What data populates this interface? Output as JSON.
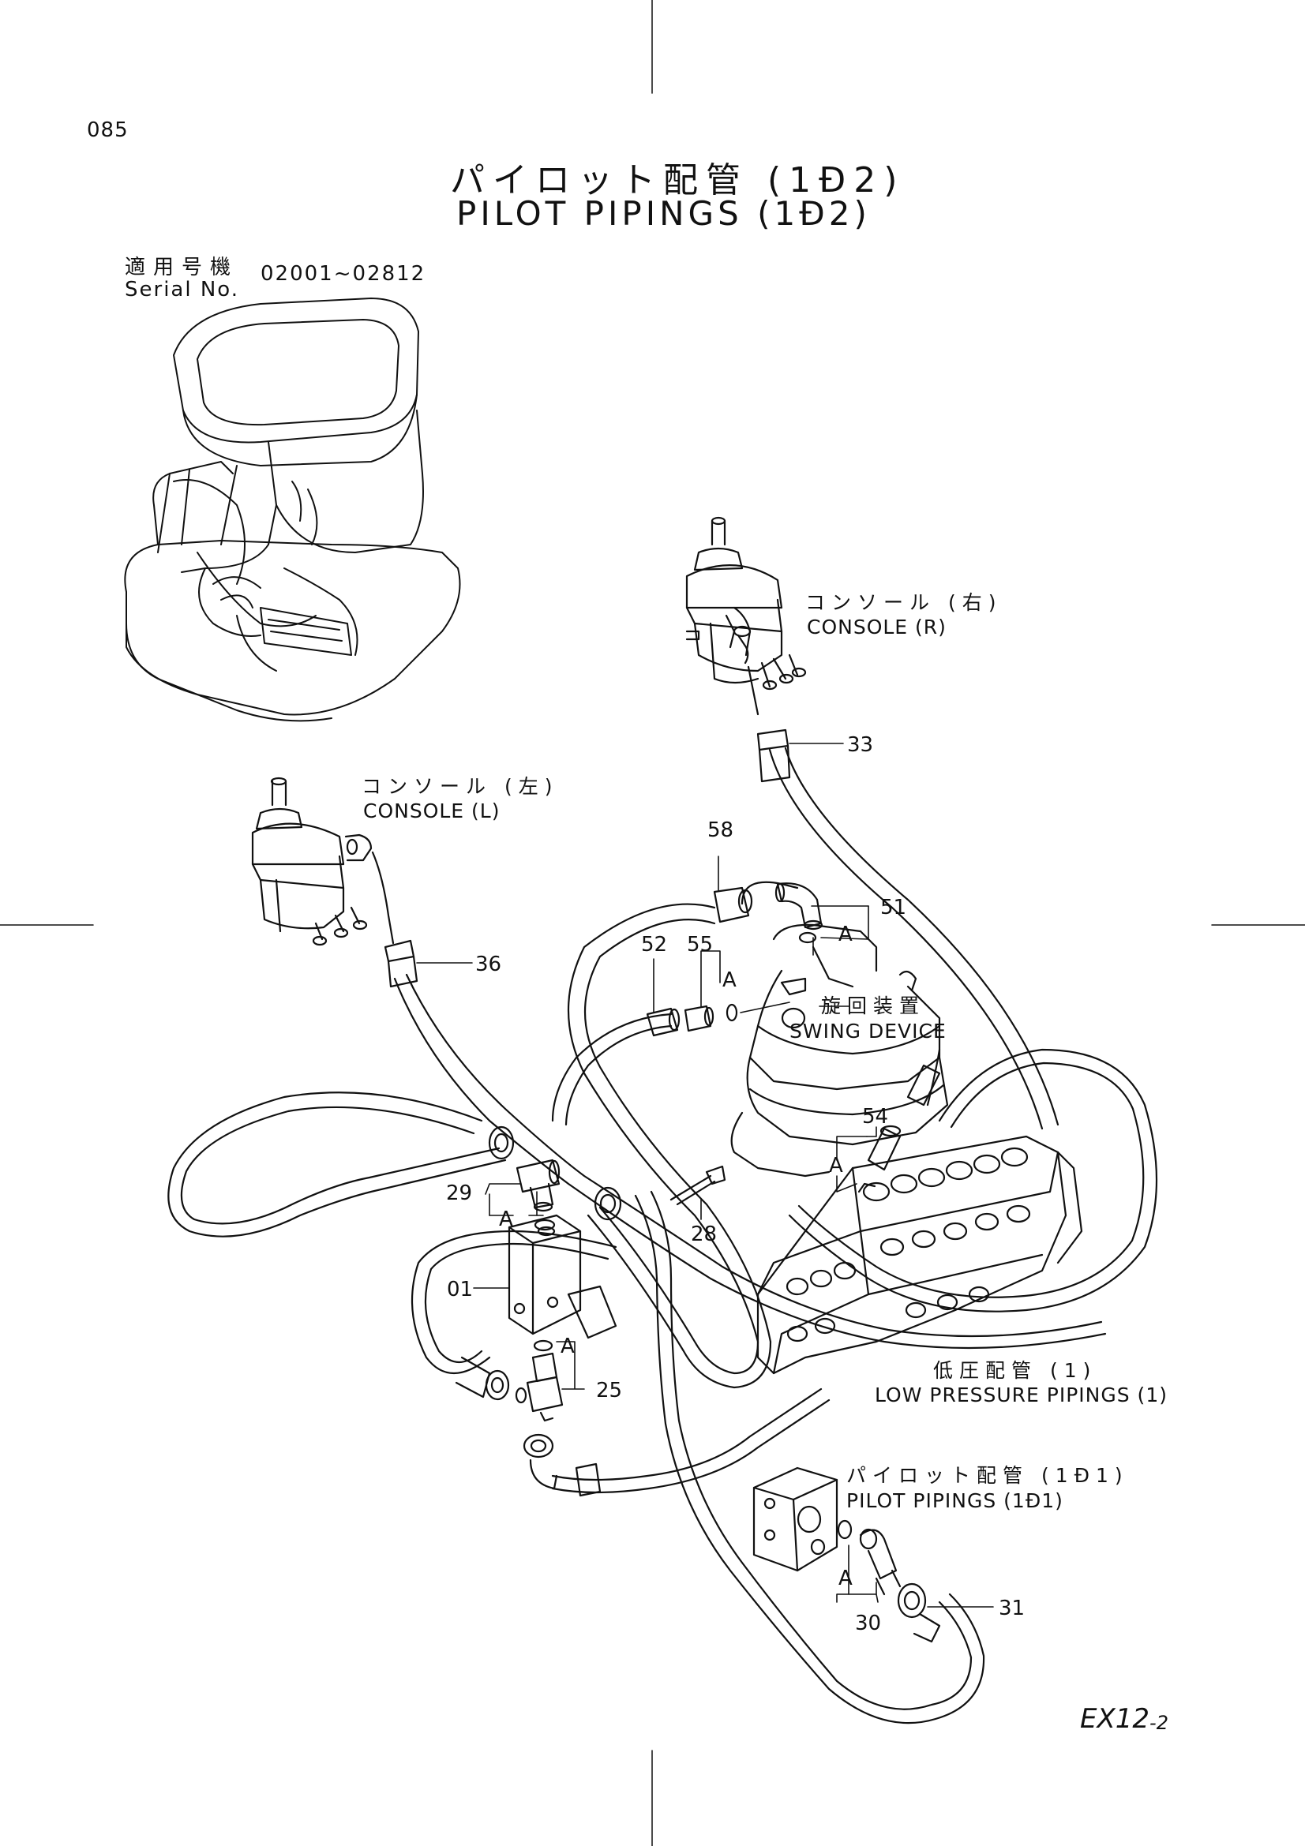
{
  "page_number": "085",
  "title": {
    "jp": "パイロット配管 (1Ð2)",
    "en": "PILOT PIPINGS (1Ð2)"
  },
  "serial": {
    "label_jp": "適用号機",
    "label_en": "Serial No.",
    "range": "02001~02812"
  },
  "model": {
    "name": "EX12",
    "suffix": "-2"
  },
  "labels": {
    "console_r_jp": "コンソール (右)",
    "console_r_en": "CONSOLE (R)",
    "console_l_jp": "コンソール (左)",
    "console_l_en": "CONSOLE (L)",
    "swing_jp": "旋回装置",
    "swing_en": "SWING DEVICE",
    "low_pressure_jp": "低圧配管 (1)",
    "low_pressure_en": "LOW PRESSURE PIPINGS (1)",
    "pilot1_jp": "パイロット配管 (1Ð1)",
    "pilot1_en": "PILOT PIPINGS (1Ð1)"
  },
  "callouts": {
    "c33": "33",
    "c36": "36",
    "c58": "58",
    "c51": "51",
    "c52": "52",
    "c55": "55",
    "c54": "54",
    "c29": "29",
    "c28": "28",
    "c01": "01",
    "c25": "25",
    "c30": "30",
    "c31": "31",
    "a": "A"
  }
}
